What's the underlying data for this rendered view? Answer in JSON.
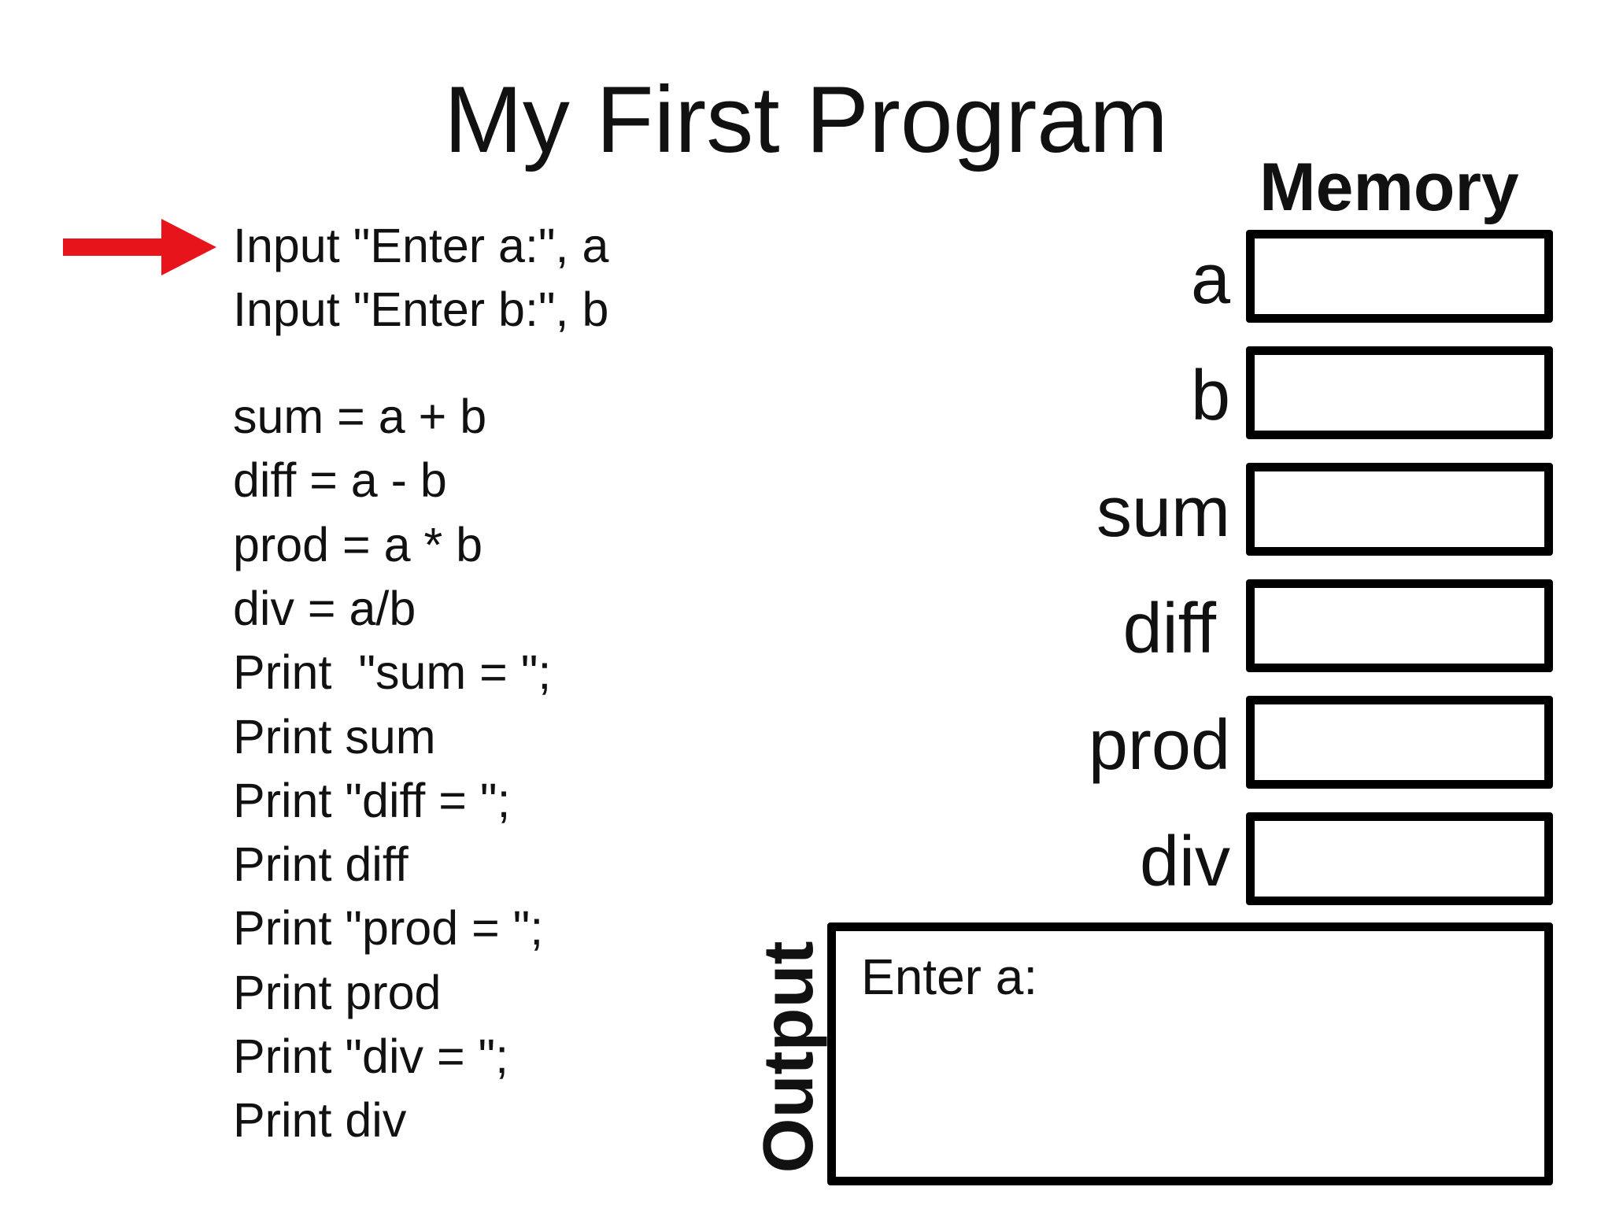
{
  "title": "My First Program",
  "pointer": {
    "icon": "right-arrow-icon",
    "color": "#e8141c",
    "current_line": 1
  },
  "code_lines": [
    "Input \"Enter a:\", a",
    "Input \"Enter b:\", b",
    "sum = a + b",
    "diff = a - b",
    "prod = a * b",
    "div = a/b",
    "Print  \"sum = \";",
    "Print sum",
    "Print \"diff = \";",
    "Print diff",
    "Print \"prod = \";",
    "Print prod",
    "Print \"div = \";",
    "Print div"
  ],
  "memory": {
    "title": "Memory",
    "variables": [
      {
        "name": "a",
        "value": ""
      },
      {
        "name": "b",
        "value": ""
      },
      {
        "name": "sum",
        "value": ""
      },
      {
        "name": "diff",
        "value": ""
      },
      {
        "name": "prod",
        "value": ""
      },
      {
        "name": "div",
        "value": ""
      }
    ]
  },
  "output": {
    "label": "Output",
    "text": "Enter a:"
  }
}
